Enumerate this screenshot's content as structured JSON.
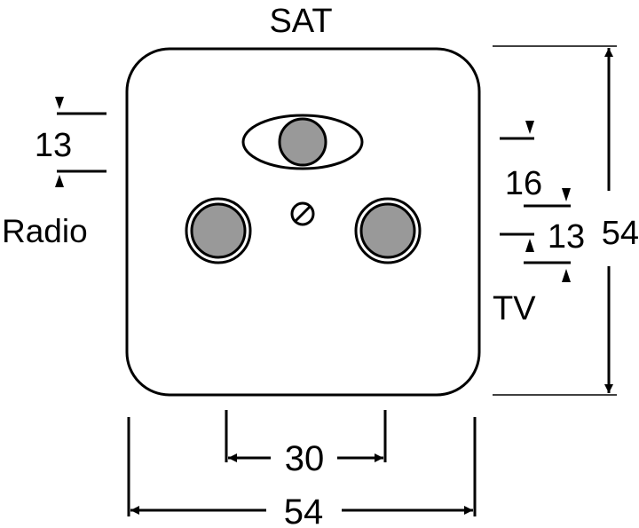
{
  "labels": {
    "sat": "SAT",
    "radio": "Radio",
    "tv": "TV"
  },
  "dimensions": {
    "plate_width": "54",
    "plate_height": "54",
    "radio_tv_spacing": "30",
    "radio_offset": "13",
    "sat_offset": "16",
    "tv_offset": "13"
  },
  "colors": {
    "outline": "#000000",
    "connector_fill": "#999999",
    "background": "#ffffff"
  }
}
